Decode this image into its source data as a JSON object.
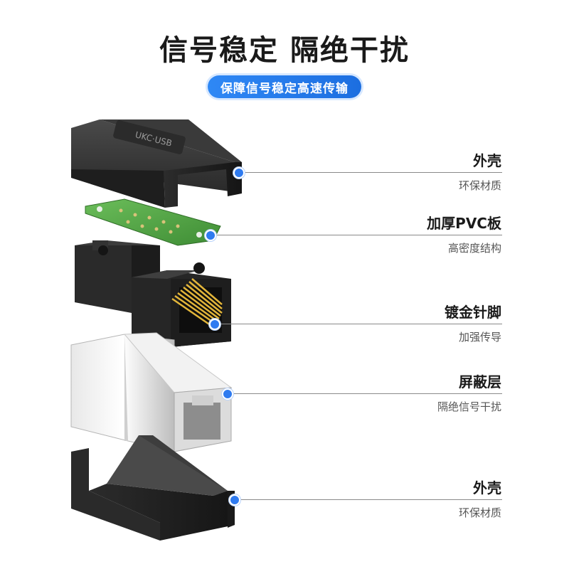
{
  "headline": "信号稳定 隔绝干扰",
  "pill_text": "保障信号稳定高速传输",
  "colors": {
    "accent": "#2f7bf0",
    "pcb": "#5aa84a",
    "pins": "#e2b53a"
  },
  "parts": [
    {
      "name": "外壳",
      "desc": "环保材质"
    },
    {
      "name": "加厚PVC板",
      "desc": "高密度结构"
    },
    {
      "name": "镀金针脚",
      "desc": "加强传导"
    },
    {
      "name": "屏蔽层",
      "desc": "隔绝信号干扰"
    },
    {
      "name": "外壳",
      "desc": "环保材质"
    }
  ],
  "brand_logo_text": "UKC·USB"
}
